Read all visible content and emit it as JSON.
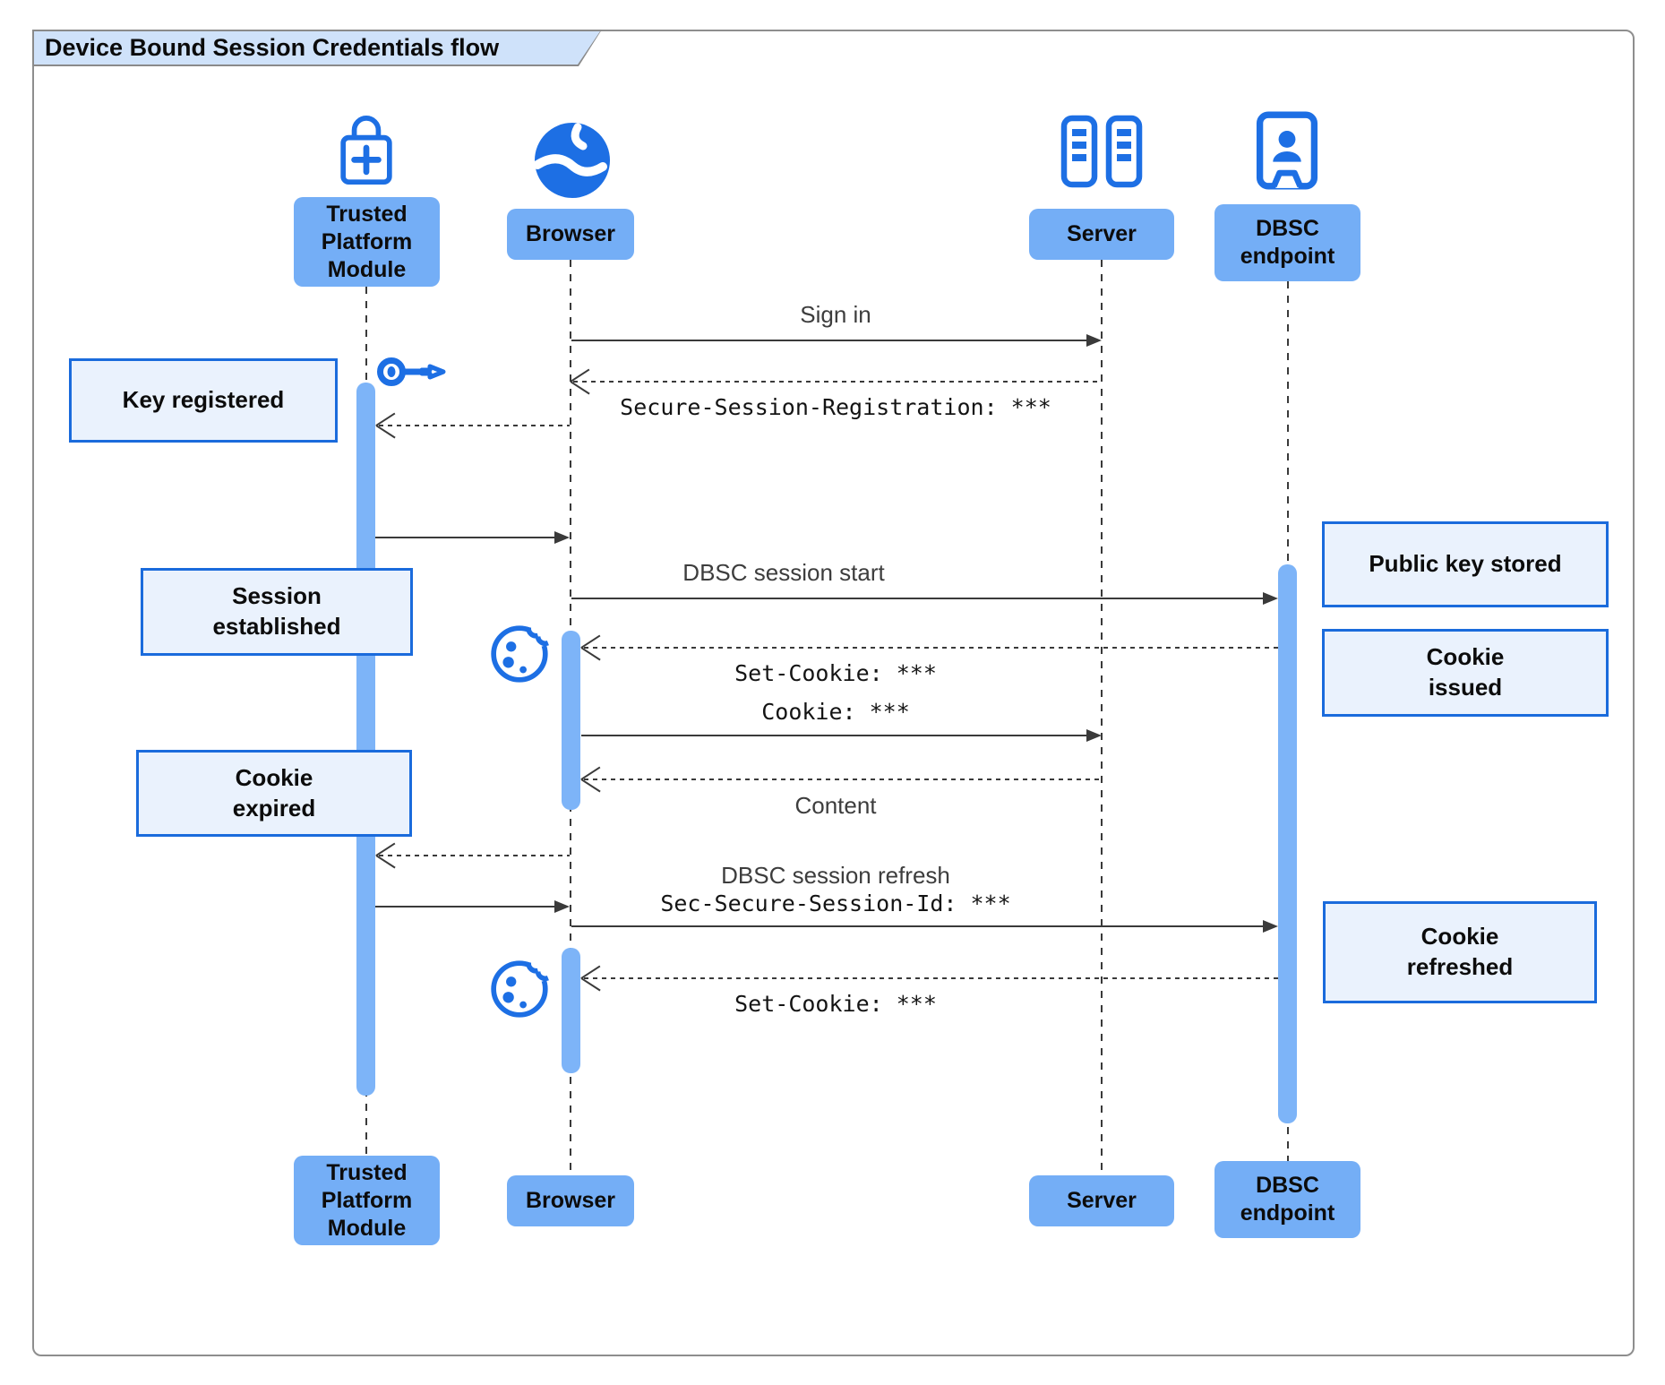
{
  "title": "Device Bound Session Credentials flow",
  "actors": {
    "tpm": "Trusted\nPlatform\nModule",
    "browser": "Browser",
    "server": "Server",
    "dbsc": "DBSC\nendpoint"
  },
  "messages": {
    "sign_in": "Sign in",
    "secure_session_registration": "Secure-Session-Registration: ***",
    "dbsc_session_start": "DBSC session start",
    "set_cookie_1": "Set-Cookie: ***",
    "cookie": "Cookie: ***",
    "content": "Content",
    "dbsc_session_refresh": "DBSC session refresh",
    "sec_secure_session_id": "Sec-Secure-Session-Id: ***",
    "set_cookie_2": "Set-Cookie: ***"
  },
  "notes": {
    "key_registered": "Key registered",
    "session_established": "Session\nestablished",
    "public_key_stored": "Public key stored",
    "cookie_issued": "Cookie\nissued",
    "cookie_expired": "Cookie\nexpired",
    "cookie_refreshed": "Cookie\nrefreshed"
  },
  "icons": {
    "tpm": "lock-plus-icon",
    "browser": "globe-icon",
    "server": "server-racks-icon",
    "dbsc": "door-person-icon",
    "key": "key-icon",
    "cookie": "cookie-icon"
  },
  "colors": {
    "actor_box": "#74aef6",
    "activation_bar": "#7db4f8",
    "note_fill": "#eaf2fd",
    "note_border": "#1a6bdc",
    "icon_blue": "#1d6fe4",
    "line": "#3a3a3a",
    "title_fill": "#cfe2fa"
  }
}
